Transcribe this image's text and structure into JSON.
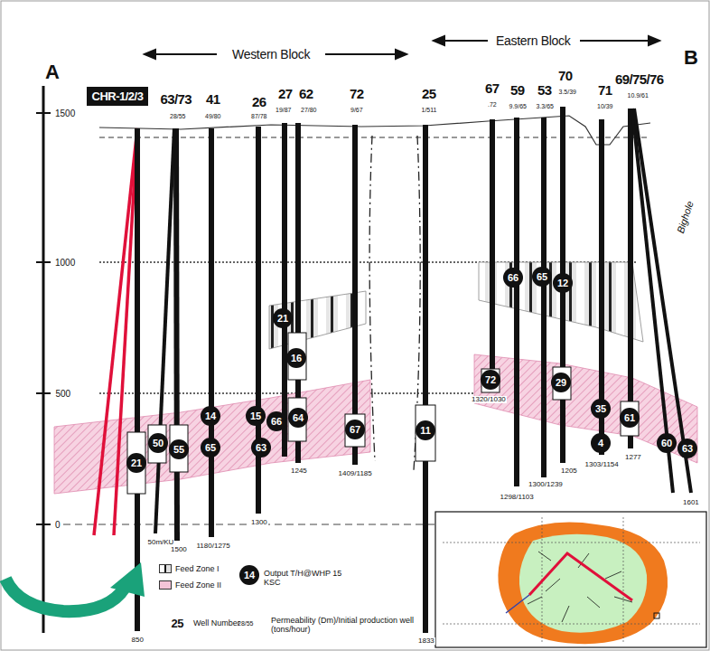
{
  "diagram": {
    "nodes": [
      {
        "text": [
          "CHR-1/2/3"
        ]
      },
      {
        "text": [
          "21"
        ]
      },
      {
        "text": [
          "16"
        ]
      },
      {
        "text": [
          "66"
        ]
      },
      {
        "text": [
          "65"
        ]
      },
      {
        "text": [
          "12"
        ]
      },
      {
        "text": [
          "72"
        ]
      },
      {
        "text": [
          "29"
        ]
      },
      {
        "text": [
          "35"
        ]
      },
      {
        "text": [
          "14"
        ]
      },
      {
        "text": [
          "15"
        ]
      },
      {
        "text": [
          "66"
        ]
      },
      {
        "text": [
          "64"
        ]
      },
      {
        "text": [
          "61"
        ]
      },
      {
        "text": [
          "67"
        ]
      },
      {
        "text": [
          "11"
        ]
      },
      {
        "text": [
          "50"
        ]
      },
      {
        "text": [
          "55"
        ]
      },
      {
        "text": [
          "65"
        ]
      },
      {
        "text": [
          "63"
        ]
      },
      {
        "text": [
          "4"
        ]
      },
      {
        "text": [
          "60"
        ]
      },
      {
        "text": [
          "63"
        ]
      },
      {
        "text": [
          "21"
        ]
      },
      {
        "text": [
          "14"
        ]
      }
    ],
    "labels": [
      "A",
      "B",
      "Western Block",
      "Eastern Block",
      "Bighole",
      "1500",
      "1000",
      "500",
      "0",
      "63/73",
      "41",
      "26",
      "27",
      "62",
      "72",
      "25",
      "67",
      "59",
      "53",
      "70",
      "71",
      "69/75/76",
      "28/55",
      "49/80",
      "87/78",
      "19/87",
      "27/80",
      "9/67",
      "1/511",
      ".72",
      "9.9/65",
      "3.3/65",
      "3.5/39",
      "10/39",
      "10.9/61",
      "50m/KU",
      "1500",
      "1180/1275",
      "1300",
      "1245",
      "1409/1185",
      "1833",
      "1320/1030",
      "1298/1103",
      "1300/1239",
      "1205",
      "1303/1154",
      "1277",
      "1601",
      "850",
      "25",
      "28/55"
    ],
    "legend": [
      {
        "text": "Feed Zone I"
      },
      {
        "text": "Feed Zone II",
        "color": "#f4c4d8"
      },
      {
        "text": "Output T/H@WHP 15 KSC"
      },
      {
        "text": "Well Number"
      },
      {
        "text": "Permeability (Dm)/Initial production well (tons/hour)"
      }
    ]
  }
}
